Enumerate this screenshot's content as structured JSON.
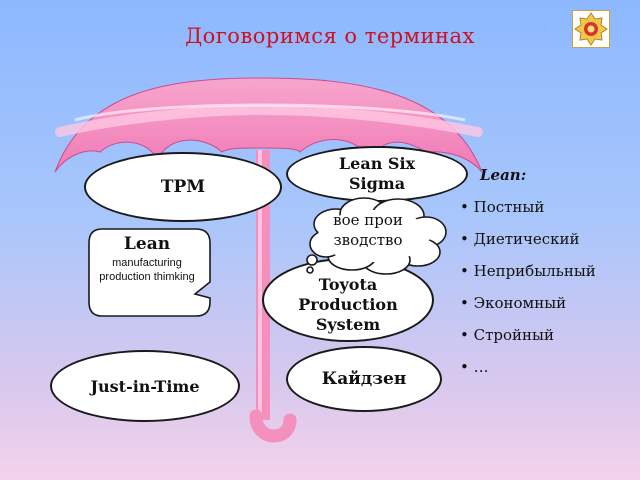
{
  "slide": {
    "title": "Договоримся о терминах",
    "cloud_text": "вое производство",
    "ellipses": {
      "tpm": "TPM",
      "lean_six_sigma": "Lean Six Sigma",
      "toyota": "Toyota Production System",
      "jit": "Just-in-Time",
      "kaizen": "Кайдзен"
    },
    "callout": {
      "title": "Lean",
      "subtitle": "manufacturing production thimking"
    },
    "lean_list": {
      "heading": "Lean:",
      "items": [
        "Постный",
        "Диетический",
        "Неприбыльный",
        "Экономный",
        "Стройный",
        "…"
      ]
    }
  },
  "colors": {
    "umbrella": "#f48fbe",
    "title": "#d10f1f",
    "background_top": "#8db8ff",
    "background_bottom": "#f3d3ea"
  }
}
